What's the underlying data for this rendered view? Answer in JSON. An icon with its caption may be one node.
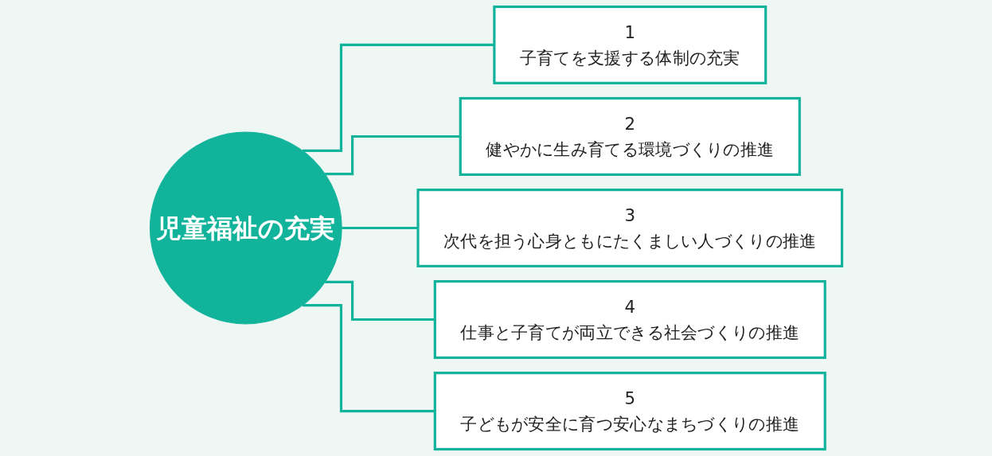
{
  "diagram": {
    "nodes": [
      {
        "text": [
          "児童福祉の充実"
        ]
      },
      {
        "text": [
          "1",
          "子育てを支援する体制の充実"
        ]
      },
      {
        "text": [
          "2",
          "健やかに生み育てる環境づくりの推進"
        ]
      },
      {
        "text": [
          "3",
          "次代を担う心身ともにたくましい人づくりの推進"
        ]
      },
      {
        "text": [
          "4",
          "仕事と子育てが両立できる社会づくりの推進"
        ]
      },
      {
        "text": [
          "5",
          "子どもが安全に育つ安心なまちづくりの推進"
        ]
      }
    ],
    "edges": [
      {
        "from": 0,
        "to": 1,
        "arrow": "none"
      },
      {
        "from": 0,
        "to": 2,
        "arrow": "none"
      },
      {
        "from": 0,
        "to": 3,
        "arrow": "none"
      },
      {
        "from": 0,
        "to": 4,
        "arrow": "none"
      },
      {
        "from": 0,
        "to": 5,
        "arrow": "none"
      }
    ]
  }
}
